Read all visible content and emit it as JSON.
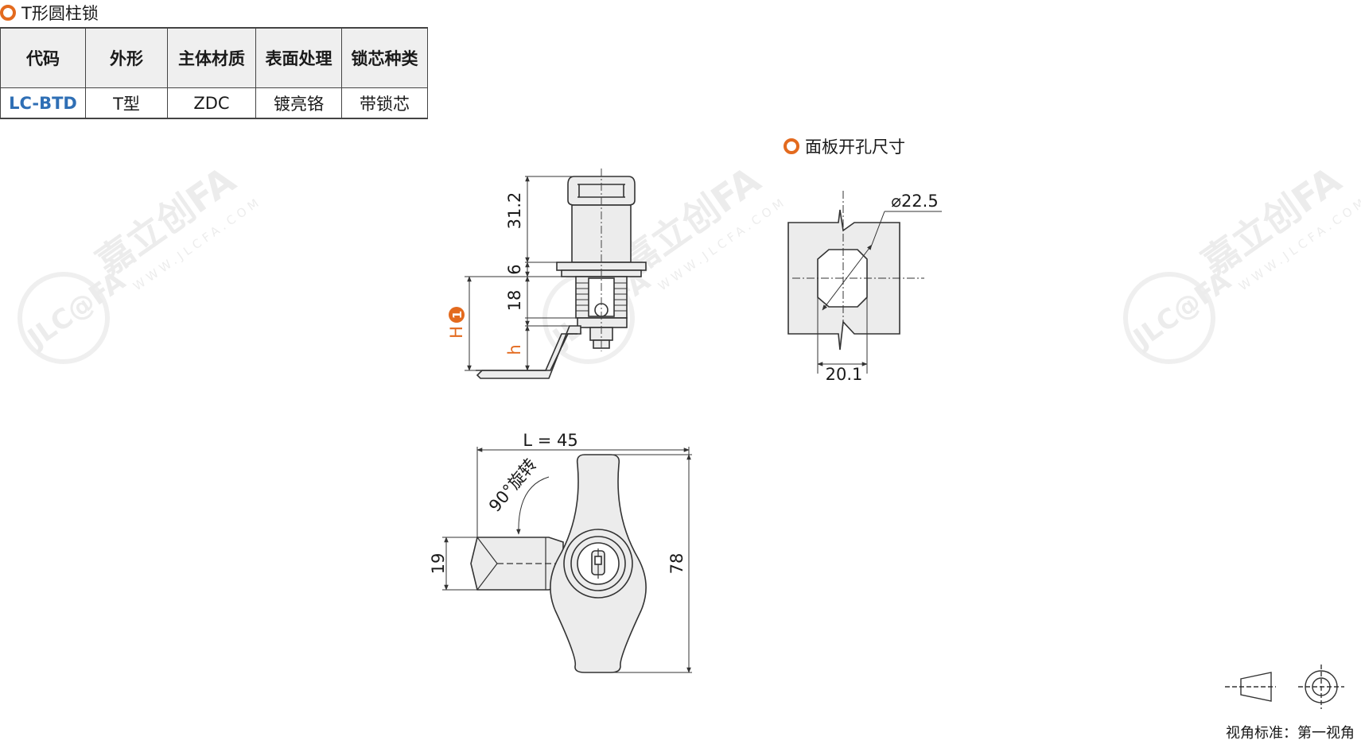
{
  "title": "T形圆柱锁",
  "table": {
    "headers": [
      "代码",
      "外形",
      "主体材质",
      "表面处理",
      "锁芯种类"
    ],
    "rows": [
      [
        "LC-BTD",
        "T型",
        "ZDC",
        "镀亮铬",
        "带锁芯"
      ]
    ]
  },
  "panel_title": "面板开孔尺寸",
  "side_view": {
    "dims": [
      "31.2",
      "6",
      "18",
      "h"
    ],
    "H_label": "H",
    "H_marker": "1"
  },
  "front_view": {
    "length_label": "L = 45",
    "rotation_label": "90°旋转",
    "dims": [
      "19",
      "78"
    ]
  },
  "panel_cutout": {
    "diameter_label": "⌀22.5",
    "width_label": "20.1"
  },
  "projection_label": "视角标准：第一视角",
  "watermark": {
    "brand": "嘉立创FA",
    "logo": "JLC@FA",
    "url": "WWW.JLCFA.COM"
  },
  "colors": {
    "accent": "#e36a1e",
    "code": "#2f6fb5",
    "line": "#333333",
    "fill": "#ececec"
  }
}
